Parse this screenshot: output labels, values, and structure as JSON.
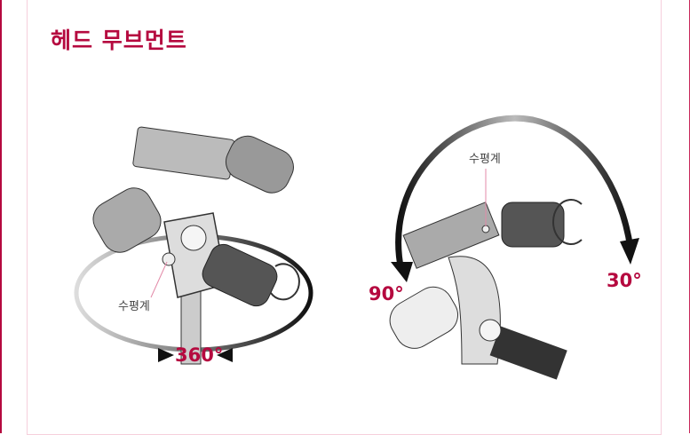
{
  "title": "헤드 무브먼트",
  "left_figure": {
    "level_label": "수평계",
    "rotation_label": "360°"
  },
  "right_figure": {
    "level_label": "수평계",
    "tilt_back_label": "90°",
    "tilt_forward_label": "30°"
  },
  "colors": {
    "accent": "#b5093f",
    "border": "#f6cfdc"
  }
}
